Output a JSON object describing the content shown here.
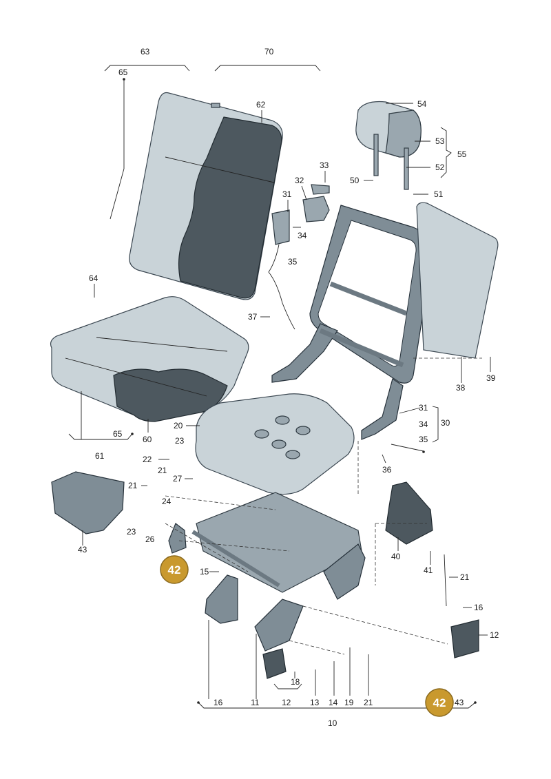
{
  "diagram": {
    "labels": [
      "63",
      "70",
      "65",
      "62",
      "54",
      "53",
      "55",
      "52",
      "50",
      "51",
      "33",
      "32",
      "31",
      "34",
      "35",
      "64",
      "37",
      "39",
      "38",
      "31",
      "34",
      "30",
      "35",
      "20",
      "23",
      "22",
      "21",
      "27",
      "65",
      "60",
      "61",
      "36",
      "21",
      "24",
      "23",
      "26",
      "43",
      "40",
      "41",
      "21",
      "16",
      "12",
      "15",
      "11",
      "12",
      "18",
      "13",
      "14",
      "19",
      "21",
      "16",
      "10",
      "43"
    ],
    "highlight_labels": [
      "42",
      "42"
    ]
  }
}
